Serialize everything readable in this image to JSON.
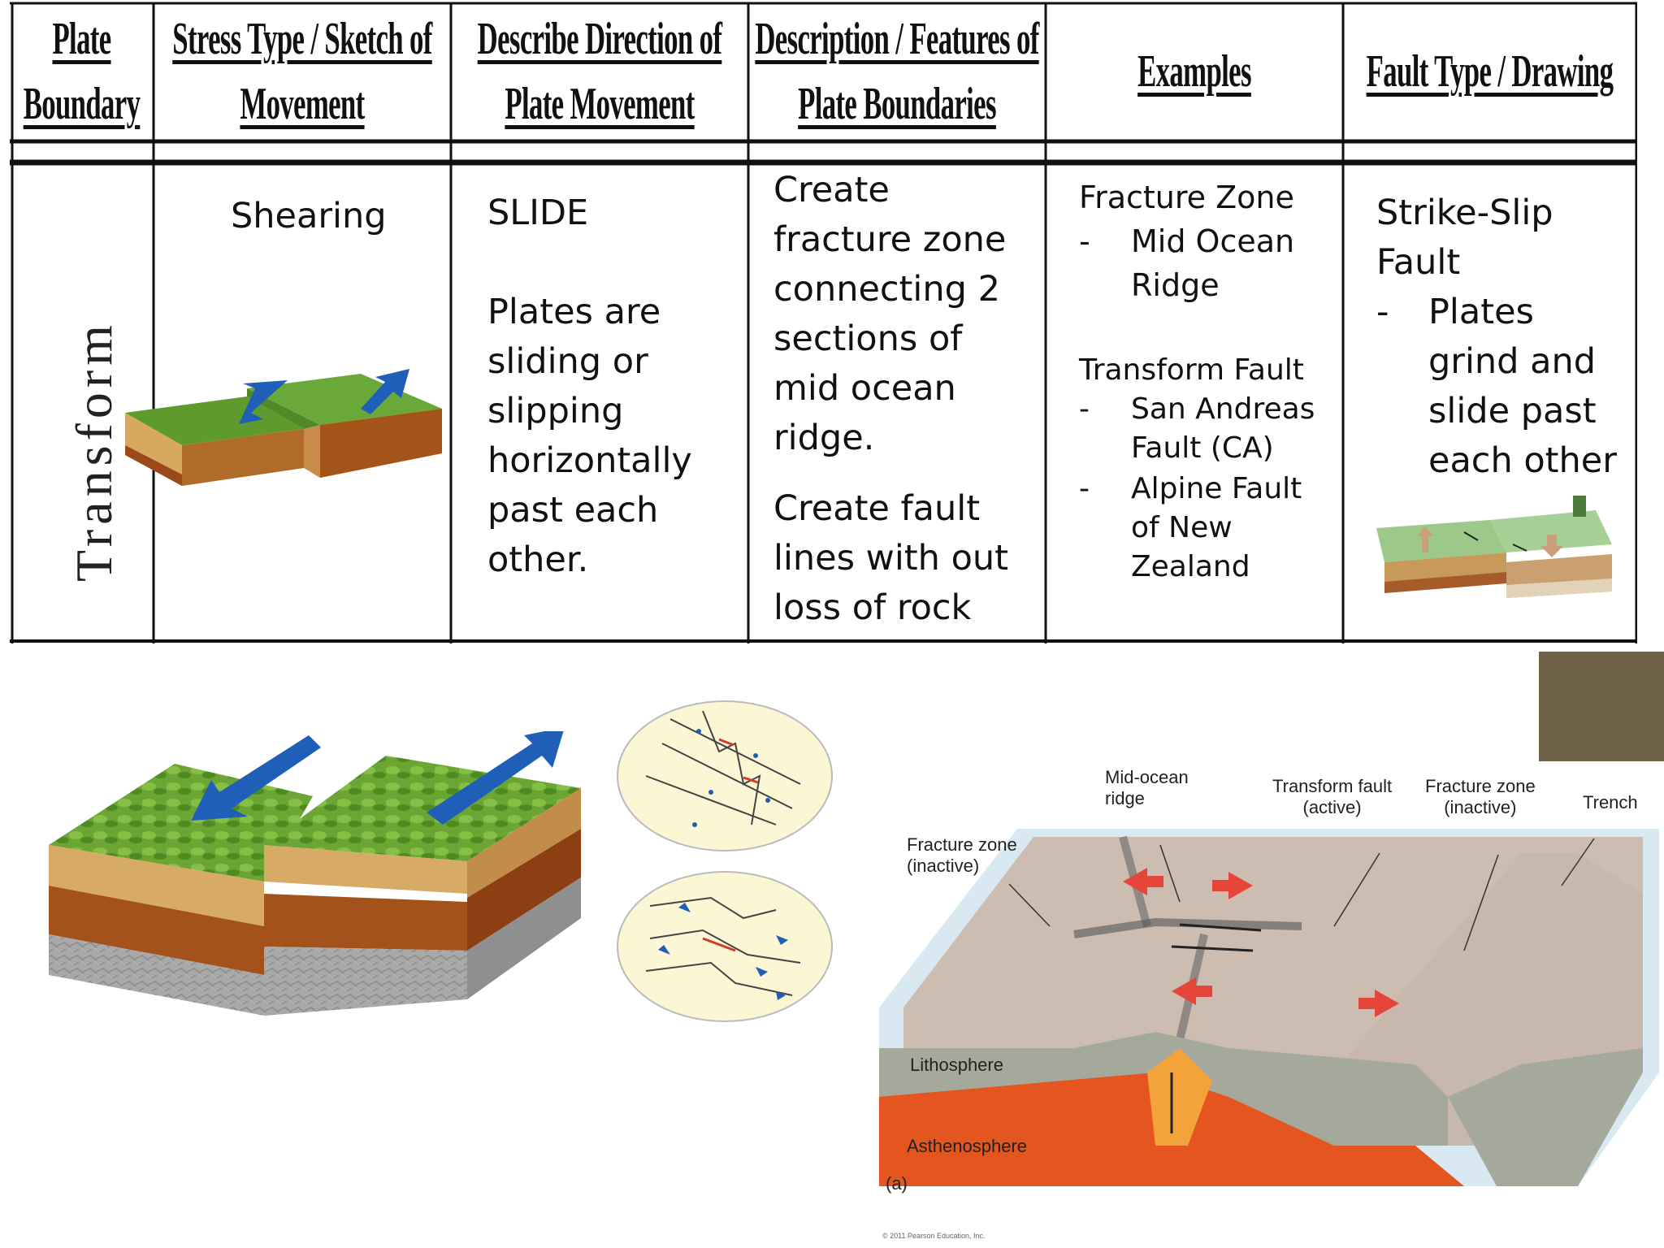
{
  "table": {
    "headers": [
      [
        "Plate",
        "Boundary"
      ],
      [
        "Stress Type / Sketch of",
        "Movement"
      ],
      [
        "Describe Direction of",
        "Plate Movement"
      ],
      [
        "Description / Features of",
        "Plate Boundaries"
      ],
      [
        "Examples"
      ],
      [
        "Fault Type / Drawing"
      ]
    ],
    "boundary_label": "Transform",
    "stress_type": "Shearing",
    "direction": {
      "title": "SLIDE",
      "lines": [
        "Plates are",
        "sliding or",
        "slipping",
        "horizontally",
        "past each",
        "other."
      ]
    },
    "description": {
      "para1": [
        "Create",
        "fracture zone",
        "connecting 2",
        "sections of",
        "mid ocean",
        "ridge."
      ],
      "para2": [
        "Create fault",
        "lines with out",
        "loss of rock"
      ]
    },
    "examples": {
      "heading1": "Fracture Zone",
      "item1": [
        "Mid Ocean",
        "Ridge"
      ],
      "heading2": "Transform Fault",
      "item2": [
        "San Andreas",
        "Fault (CA)"
      ],
      "item3": [
        "Alpine Fault",
        "of New",
        "Zealand"
      ],
      "dash": "-"
    },
    "fault_type": {
      "title": [
        "Strike-Slip",
        "Fault"
      ],
      "item": [
        "Plates",
        "grind and",
        "slide past",
        "each other"
      ],
      "dash": "-"
    }
  },
  "diagram": {
    "labels": {
      "mid_ocean_ridge": [
        "Mid-ocean",
        "ridge"
      ],
      "transform_fault": [
        "Transform fault",
        "(active)"
      ],
      "fracture_zone_right": [
        "Fracture zone",
        "(inactive)"
      ],
      "trench": "Trench",
      "fracture_zone_left": [
        "Fracture zone",
        "(inactive)"
      ],
      "lithosphere": "Lithosphere",
      "asthenosphere": "Asthenosphere",
      "panel": "(a)"
    },
    "copyright": "© 2011 Pearson Education, Inc."
  },
  "colors": {
    "grass": "#5e9a2e",
    "soil": "#d6a860",
    "dirt": "#9a4a18",
    "rock": "#9d9d9d",
    "arrow_blue": "#1f5fb8",
    "ocean_crust": "#cbbfb5",
    "asthenosphere": "#e2501f",
    "corner_box": "#6f6248"
  }
}
